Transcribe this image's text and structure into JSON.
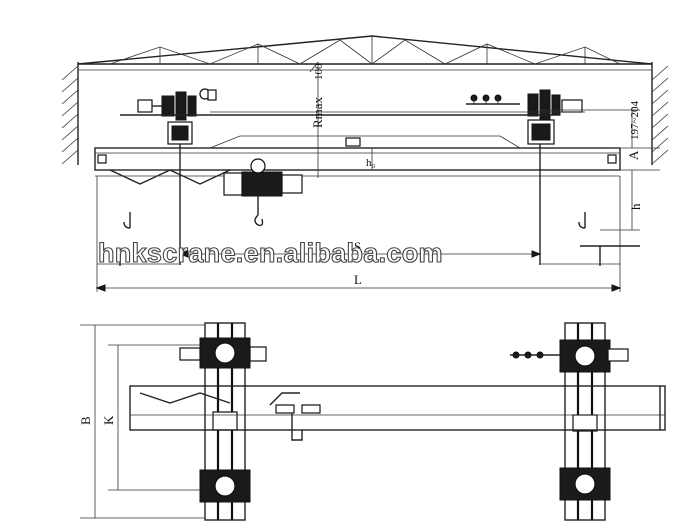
{
  "labels": {
    "rmax": "Rmax",
    "dim_100": "100",
    "dim_197_204": "197~204",
    "dim_a": "A",
    "dim_h": "h",
    "dim_h0": "h₀",
    "dim_s": "S",
    "dim_l": "L",
    "dim_b": "B",
    "dim_k": "K"
  },
  "watermark": "hnkscrane.en.alibaba.com"
}
